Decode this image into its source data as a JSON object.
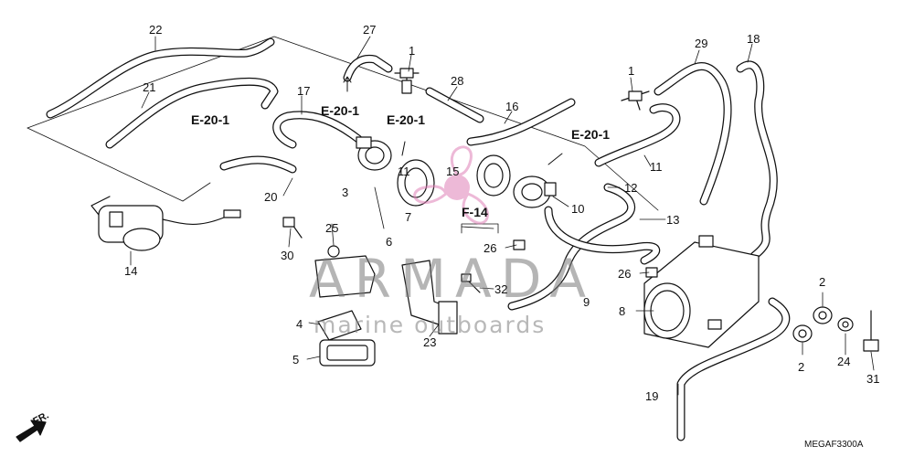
{
  "callouts": {
    "c1a": "1",
    "c1b": "1",
    "c2a": "2",
    "c2b": "2",
    "c3": "3",
    "c4": "4",
    "c5": "5",
    "c6": "6",
    "c7": "7",
    "c8": "8",
    "c9": "9",
    "c10": "10",
    "c11a": "11",
    "c11b": "11",
    "c12": "12",
    "c13": "13",
    "c14": "14",
    "c15": "15",
    "c16": "16",
    "c17": "17",
    "c18": "18",
    "c19": "19",
    "c20": "20",
    "c21": "21",
    "c22": "22",
    "c23": "23",
    "c24": "24",
    "c25": "25",
    "c26a": "26",
    "c26b": "26",
    "c27": "27",
    "c28": "28",
    "c29": "29",
    "c30": "30",
    "c31": "31",
    "c32": "32"
  },
  "refs": {
    "e20_1a": "E-20-1",
    "e20_1b": "E-20-1",
    "e20_1c": "E-20-1",
    "e20_1d": "E-20-1",
    "f14": "F-14"
  },
  "direction_label": "FR.",
  "drawing_code": "MEGAF3300A",
  "watermark": {
    "title": "ARMADA",
    "subtitle": "marine outboards",
    "logo_color": "#e080b8"
  }
}
